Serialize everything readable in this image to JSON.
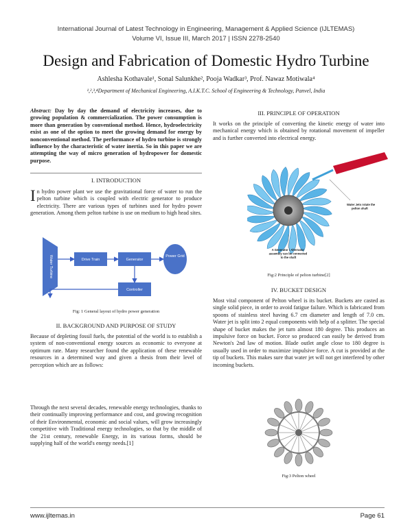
{
  "header": {
    "journal": "International Journal of Latest Technology in Engineering, Management & Applied Science (IJLTEMAS)",
    "volume": "Volume VI, Issue III, March 2017 | ISSN 2278-2540"
  },
  "title": "Design and Fabrication of Domestic Hydro Turbine",
  "authors": "Ashlesha Kothavale¹, Sonal Salunkhe², Pooja Wadkar³, Prof. Nawaz Motiwala⁴",
  "affiliation": "¹,²,³,⁴Department of Mechanical Engineering, A.I.K.T.C. School of Engineering & Technology, Panvel, India",
  "abstract": {
    "label": "Abstract:",
    "text": " Day by day the demand of electricity increases, due to growing population & commercialization. The power consumption is more than generation by conventional method. Hence, hydroelectricity exist as one of the option to meet the growing demand for energy by nonconventional method. The performance of hydro turbine is strongly influence by the characteristic of water inertia. So in this paper we are attempting the way of micro generation of hydropower for domestic purpose."
  },
  "intro": {
    "heading": "I. INTRODUCTION",
    "dropcap": "I",
    "text": "n hydro power plant we use the gravitational force of water to run the pelton turbine which is coupled with electric generator to produce electricity. There are various types of turbines used for hydro power generation. Among them pelton turbine is use on medium to high head sites."
  },
  "fig1": {
    "caption": "Fig: 1 General layout of hydro power generation",
    "water_turbine": "Water Turbine",
    "drive_train": "Drive Train",
    "generator": "Generator",
    "power_grid": "Power Grid",
    "controller": "Controller"
  },
  "background": {
    "heading": "II. BACKGROUND AND PURPOSE OF STUDY",
    "para1": "Because of depleting fossil fuels, the potential of the world is to establish a system of non-conventional energy sources as economic to everyone at optimum rate. Many researcher found the application of these renewable resources in a determined way and given a thesis from their level of perception which are as follows:",
    "para2": "Through the next several decades, renewable energy technologies, thanks to their continually improving performance and cost, and growing recognition of their Environmental, economic and social values, will grow increasingly competitive with Traditional energy technologies, so that by the middle of the 21st century, renewable Energy, in its various forms, should be supplying half of the world's energy needs.[1]"
  },
  "principle": {
    "heading": "III. PRINCIPLE OF OPERATION",
    "text": "It works on the principle of converting the kinetic energy of water into mechanical energy which is obtained by rotational movement of impeller and is further converted into electrical energy."
  },
  "fig2": {
    "caption": "Fig:2 Principle of pelton turbine[2]",
    "jet_label": "Water Jets rotate the pelton shaft",
    "gen_label": "A Generator / Alternator assembly can be connected to the shaft"
  },
  "bucket": {
    "heading": "IV. BUCKET DESIGN",
    "text": "Most vital component of Pelton wheel is its bucket. Buckets are casted as single solid piece, in order to avoid fatigue failure. Which is fabricated from spoons of stainless steel having 6.7 cm diameter and length of 7.0 cm. Water jet is split into 2 equal components with help of a splitter. The special shape of bucket makes the jet turn almost 180 degree. This produces an impulsive force on bucket. Force so produced can easily be derived from Newton's 2nd law of motion. Blade outlet angle close to 180 degree is usually used in order to maximize impulsive force. A cut is provided at the tip of buckets. This makes sure that water jet will not get interfered by other incoming buckets."
  },
  "fig3": {
    "caption": "Fig:3 Pelton wheel"
  },
  "footer": {
    "site": "www.ijltemas.in",
    "page": "Page 61"
  }
}
